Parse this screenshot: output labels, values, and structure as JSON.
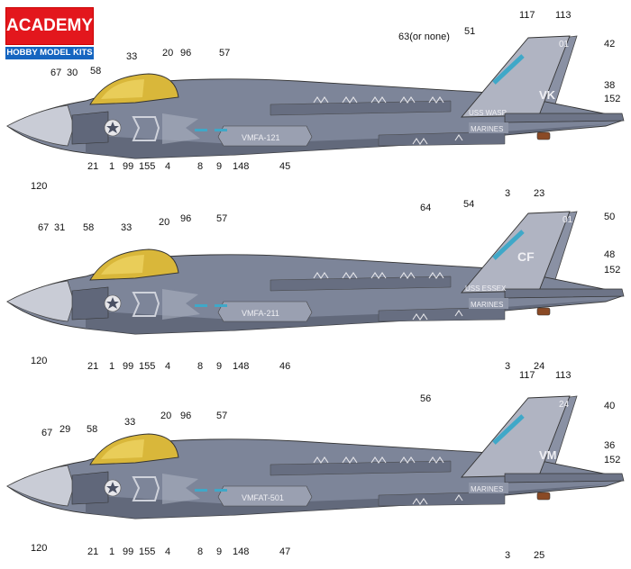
{
  "logo": {
    "brand": "ACADEMY",
    "tagline": "HOBBY MODEL KITS"
  },
  "colors": {
    "body": "#7d8599",
    "body_dark": "#5d6476",
    "body_light": "#aab0bf",
    "canopy": "#d9b73a",
    "brand_red": "#e3171d",
    "brand_blue": "#1565c0",
    "tail": "#b0b4c2",
    "stripe": "#3fa8c8"
  },
  "aircraft": [
    {
      "unit_text": "VMFA-121",
      "ship_text": "USS WASP",
      "service_text": "MARINES",
      "tail_code": "VK",
      "modex": "01",
      "callouts_top": [
        "67",
        "30",
        "58",
        "33",
        "20",
        "96",
        "57",
        "63(or none)",
        "51",
        "117",
        "113",
        "42",
        "38",
        "152"
      ],
      "callouts_bottom": [
        "120",
        "21",
        "1",
        "99",
        "155",
        "4",
        "8",
        "9",
        "148",
        "45",
        "3",
        "23"
      ]
    },
    {
      "unit_text": "VMFA-211",
      "ship_text": "USS ESSEX",
      "service_text": "MARINES",
      "tail_code": "CF",
      "modex": "01",
      "callouts_top": [
        "67",
        "31",
        "58",
        "33",
        "20",
        "96",
        "57",
        "64",
        "54",
        "50",
        "48",
        "152"
      ],
      "callouts_bottom": [
        "120",
        "21",
        "1",
        "99",
        "155",
        "4",
        "8",
        "9",
        "148",
        "46",
        "3",
        "24"
      ]
    },
    {
      "unit_text": "VMFAT-501",
      "ship_text": "",
      "service_text": "MARINES",
      "tail_code": "VM",
      "modex": "24",
      "callouts_top": [
        "67",
        "29",
        "58",
        "33",
        "20",
        "96",
        "57",
        "56",
        "117",
        "113",
        "40",
        "36",
        "152"
      ],
      "callouts_bottom": [
        "120",
        "21",
        "1",
        "99",
        "155",
        "4",
        "8",
        "9",
        "148",
        "47",
        "3",
        "25"
      ]
    }
  ]
}
